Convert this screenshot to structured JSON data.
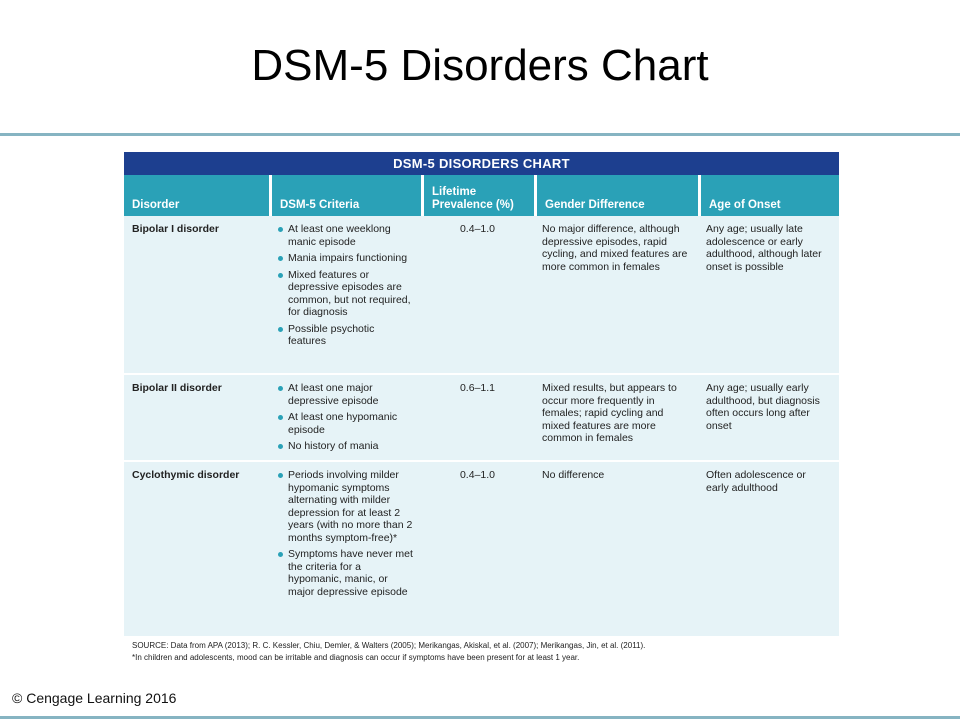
{
  "slide": {
    "title": "DSM-5 Disorders Chart",
    "copyright": "© Cengage Learning 2016"
  },
  "table": {
    "banner": "DSM-5 DISORDERS CHART",
    "headers": [
      "Disorder",
      "DSM-5 Criteria",
      "Lifetime Prevalence (%)",
      "Gender Difference",
      "Age of Onset"
    ],
    "rows": [
      {
        "disorder": "Bipolar I disorder",
        "criteria": [
          "At least one weeklong manic episode",
          "Mania impairs functioning",
          "Mixed features or depressive episodes are common, but not required, for diagnosis",
          "Possible psychotic features"
        ],
        "prevalence": "0.4–1.0",
        "gender": "No major difference, although depressive episodes, rapid cycling, and mixed features are more common in females",
        "onset": "Any age; usually late adolescence or early adulthood, although later onset is possible"
      },
      {
        "disorder": "Bipolar II disorder",
        "criteria": [
          "At least one major depressive episode",
          "At least one hypomanic episode",
          "No history of mania"
        ],
        "prevalence": "0.6–1.1",
        "gender": "Mixed results, but appears to occur more frequently in females; rapid cycling and mixed features are more common in females",
        "onset": "Any age; usually early adulthood, but diagnosis often occurs long after onset"
      },
      {
        "disorder": "Cyclothymic disorder",
        "criteria": [
          "Periods involving milder hypomanic symptoms alternating with milder depression for at least 2 years (with no more than 2 months symptom-free)*",
          "Symptoms have never met the criteria for a hypomanic, manic, or major depressive episode"
        ],
        "prevalence": "0.4–1.0",
        "gender": "No difference",
        "onset": "Often adolescence or early adulthood"
      }
    ],
    "source": "SOURCE: Data from APA (2013); R. C. Kessler, Chiu, Demler, & Walters (2005); Merikangas, Akiskal, et al. (2007); Merikangas, Jin, et al. (2011).",
    "note": "*In children and adolescents, mood can be irritable and diagnosis can occur if symptoms have been present for at least 1 year."
  },
  "colors": {
    "banner": "#1d3f8f",
    "header": "#2aa1b7",
    "body": "#e6f3f7",
    "rule": "#86b4c2"
  }
}
